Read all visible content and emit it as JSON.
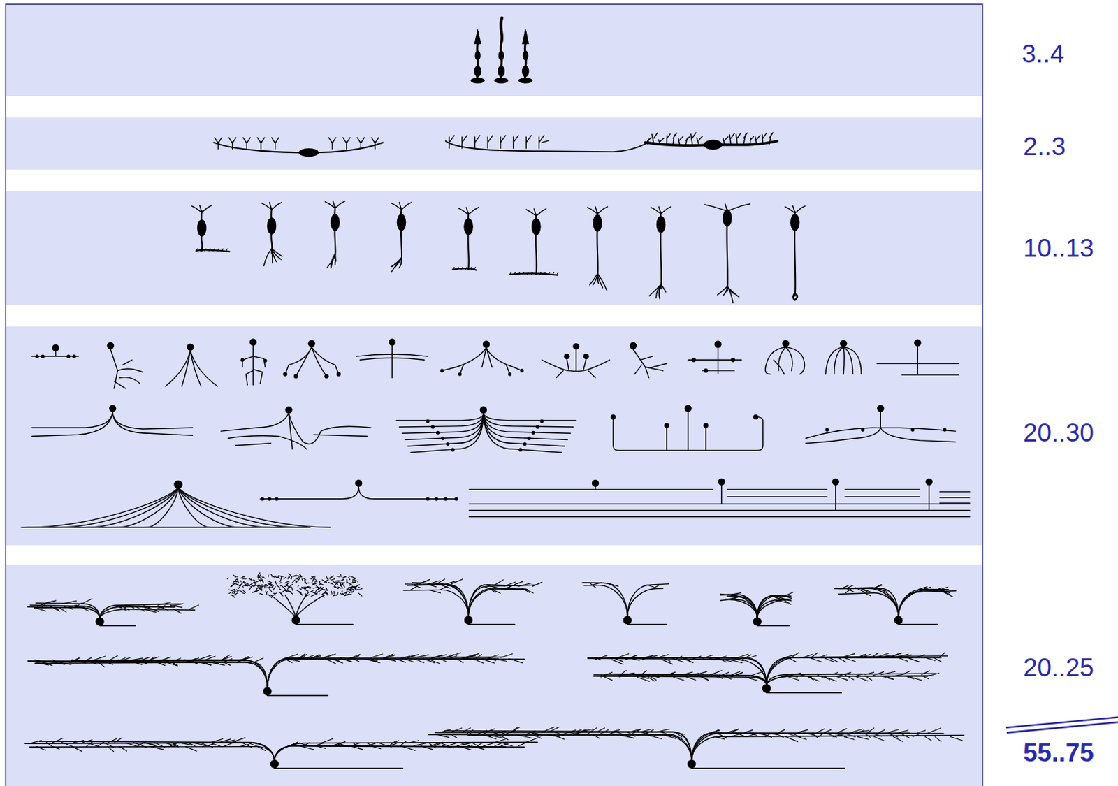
{
  "diagram": {
    "labels": [
      "3..4",
      "2..3",
      "10..13",
      "20..30",
      "20..25",
      "55..75"
    ]
  }
}
